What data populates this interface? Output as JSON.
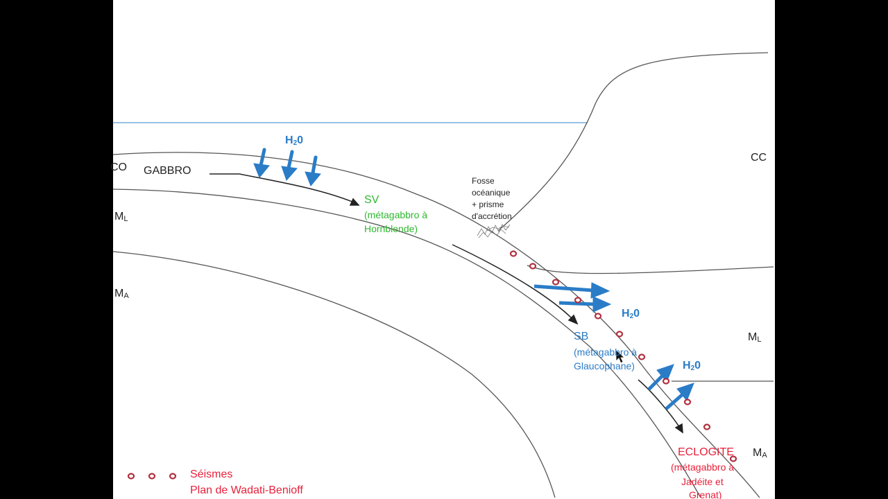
{
  "layers": {
    "co": "CO",
    "gabbro": "GABBRO",
    "ml_left": "M",
    "ml_left_sub": "L",
    "ma_left": "M",
    "ma_left_sub": "A",
    "cc": "CC",
    "ml_right": "M",
    "ml_right_sub": "L",
    "ma_right": "M",
    "ma_right_sub": "A"
  },
  "water": {
    "top": {
      "main": "H",
      "sub": "2",
      "tail": "0"
    },
    "middle": {
      "main": "H",
      "sub": "2",
      "tail": "0"
    },
    "lower": {
      "main": "H",
      "sub": "2",
      "tail": "0"
    }
  },
  "trench": {
    "line1": "Fosse",
    "line2": "océanique",
    "line3": "+ prisme",
    "line4": "d'accrétion"
  },
  "facies": {
    "sv": {
      "title": "SV",
      "line1": "(métagabbro à",
      "line2": "Hornblende)"
    },
    "sb": {
      "title": "SB",
      "line1": "(métagabbro à",
      "line2": "Glaucophane)"
    },
    "eclogite": {
      "title": "ECLOGITE",
      "line1": "(métagabbro à",
      "line2": "Jadéite et",
      "line3": "Grenat)"
    }
  },
  "legend": {
    "line1": "Séismes",
    "line2": "Plan de Wadati-Benioff"
  },
  "colors": {
    "sv": "#2eb82e",
    "sb_and_water": "#2a7cc7",
    "eclogite_and_quakes": "#e8203a",
    "sea_level": "#5b9bd5",
    "outline": "#555555"
  }
}
